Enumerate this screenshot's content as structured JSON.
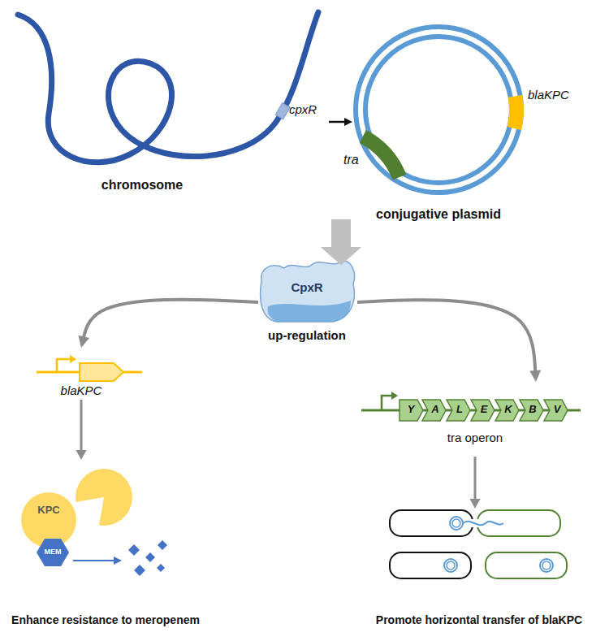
{
  "diagram": {
    "nodes": [
      {
        "text": [
          "cpxR",
          "chromosome"
        ]
      },
      {
        "text": [
          "tra",
          "blaKPC",
          "conjugative plasmid"
        ]
      },
      {
        "text": [
          "CpxR",
          "up-regulation"
        ]
      },
      {
        "text": [
          "blaKPC"
        ]
      },
      {
        "text": [
          "Y",
          "A",
          "L",
          "E",
          "K",
          "B",
          "V",
          "tra operon"
        ]
      },
      {
        "text": [
          "KPC",
          "MEM",
          "Enhance resistance to meropenem"
        ]
      },
      {
        "text": [
          "Promote horizontal transfer of blaKPC"
        ]
      }
    ],
    "edges": [
      {
        "from": 0,
        "to": 1,
        "arrow": "to"
      },
      {
        "from": 0,
        "to": 2,
        "arrow": "to"
      },
      {
        "from": 1,
        "to": 2,
        "arrow": "to"
      },
      {
        "from": 2,
        "to": 3,
        "arrow": "to"
      },
      {
        "from": 2,
        "to": 4,
        "arrow": "to"
      },
      {
        "from": 3,
        "to": 5,
        "arrow": "to"
      },
      {
        "from": 4,
        "to": 6,
        "arrow": "to"
      }
    ]
  }
}
